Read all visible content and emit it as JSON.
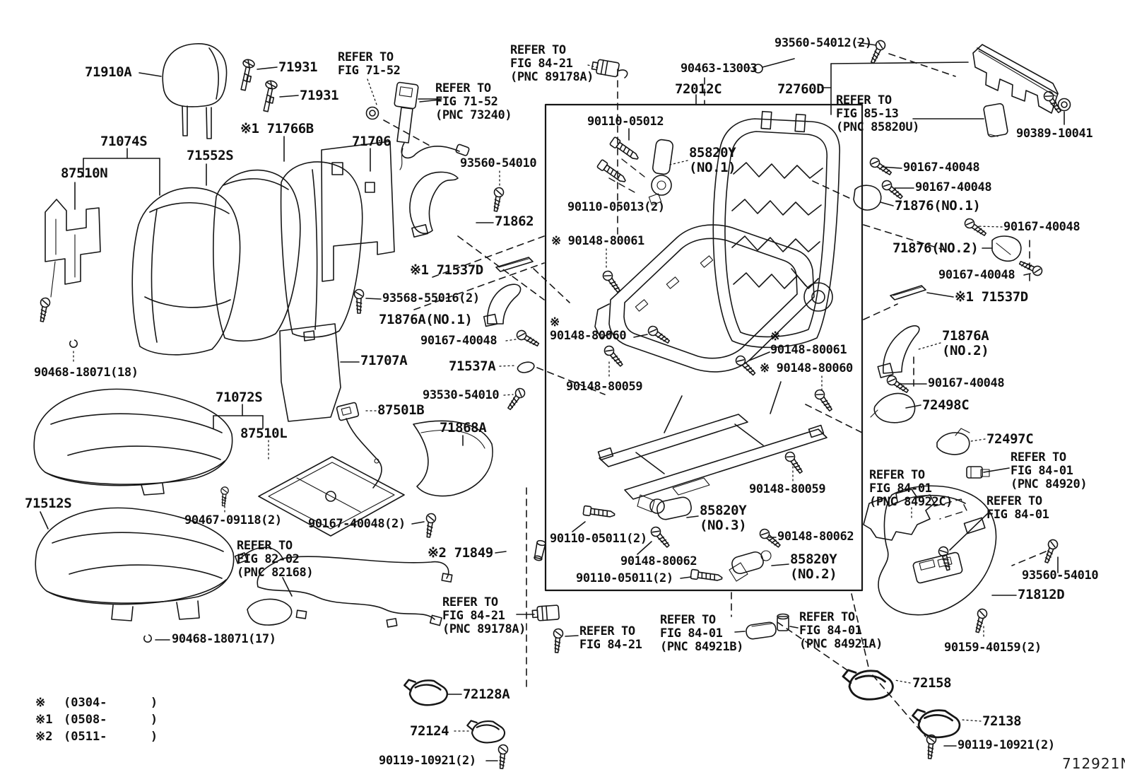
{
  "diagram": {
    "title": "seat-parts-exploded-diagram",
    "catalog_id": "712921N",
    "ink_color": "#161616",
    "background_color": "#ffffff",
    "legend": [
      {
        "symbol": "※",
        "range": "(0304-      )"
      },
      {
        "symbol": "※1",
        "range": "(0508-      )"
      },
      {
        "symbol": "※2",
        "range": "(0511-      )"
      }
    ],
    "labels": {
      "l71910a": "71910A",
      "l71931": "71931",
      "ref7152": "REFER TO\nFIG 71-52",
      "ref7152p": "REFER TO\nFIG 71-52\n(PNC 73240)",
      "ref8421p": "REFER TO\nFIG 84-21\n(PNC 89178A)",
      "l9356054012": "93560-54012(2)",
      "l9046313003": "90463-13003",
      "l72012c": "72012C",
      "l72760d": "72760D",
      "ref8513p": "REFER TO\nFIG 85-13\n(PNC 85820U)",
      "l9038910041": "90389-10041",
      "l71766b": "※1 71766B",
      "l71706": "71706",
      "l71074s": "71074S",
      "l87510n": "87510N",
      "l71552s": "71552S",
      "l9356054010": "93560-54010",
      "l71862": "71862",
      "l9011005012": "90110-05012",
      "l85820yno1": "85820Y\n(NO.1)",
      "l9011005013": "90110-05013(2)",
      "lstar80061": "※ 90148-80061",
      "lstar80060": "※ 90148-80060",
      "lstar_nl_80060": "※\n90148-80060",
      "lstar_nl_80061": "※\n90148-80061",
      "l71537d": "※1 71537D",
      "l9356855016": "93568-55016(2)",
      "l71876ano1": "71876A(NO.1)",
      "l9016740048": "90167-40048",
      "l71707a": "71707A",
      "l71537a": "71537A",
      "l9353054010": "93530-54010",
      "l87501b": "87501B",
      "l71868a": "71868A",
      "l90468_18": "90468-18071(18)",
      "l71072s": "71072S",
      "l87510l": "87510L",
      "l71512s": "71512S",
      "l9046709118": "90467-09118(2)",
      "l90167_2": "90167-40048(2)",
      "ref8202p": "REFER TO\nFIG 82-02\n(PNC 82168)",
      "l71849": "※2 71849",
      "l9011005011": "90110-05011(2)",
      "l85820yno3": "85820Y\n(NO.3)",
      "l9014880062": "90148-80062",
      "l85820yno2": "85820Y\n(NO.2)",
      "l9014880059": "90148-80059",
      "l71876no1": "71876(NO.1)",
      "l71876no2": "71876(NO.2)",
      "l71876ano2": "71876A\n(NO.2)",
      "l72498c": "72498C",
      "l72497c": "72497C",
      "ref8401_84920": "REFER TO\nFIG 84-01\n(PNC 84920)",
      "ref8401_84922c": "REFER TO\nFIG 84-01\n(PNC 84922C)",
      "ref8401": "REFER TO\nFIG 84-01",
      "ref8421": "REFER TO\nFIG 84-21",
      "l71812d": "71812D",
      "ref8401_84921b": "REFER TO\nFIG 84-01\n(PNC 84921B)",
      "ref8401_84921a": "REFER TO\nFIG 84-01\n(PNC 84921A)",
      "l9015940159": "90159-40159(2)",
      "l90468_17": "90468-18071(17)",
      "l72128a": "72128A",
      "l72124": "72124",
      "l9011910921": "90119-10921(2)",
      "l72158": "72158",
      "l72138": "72138"
    }
  }
}
